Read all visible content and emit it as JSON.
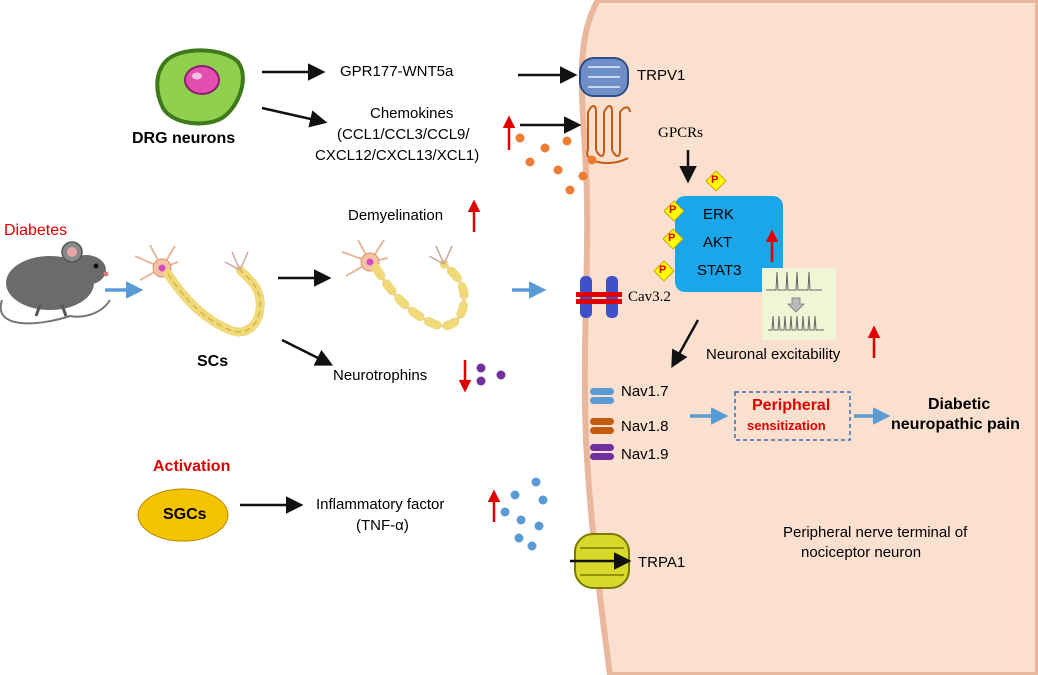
{
  "labels": {
    "drg_neurons": "DRG neurons",
    "gpr177": "GPR177-WNT5a",
    "chemokines_title": "Chemokines",
    "chemokines_line1": "(CCL1/CCL3/CCL9/",
    "chemokines_line2": "CXCL12/CXCL13/XCL1)",
    "trpv1": "TRPV1",
    "gpcrs": "GPCRs",
    "diabetes": "Diabetes",
    "demyelination": "Demyelination",
    "scs": "SCs",
    "neurotrophins": "Neurotrophins",
    "erk": "ERK",
    "akt": "AKT",
    "stat3": "STAT3",
    "phospho": "P",
    "cav32": "Cav3.2",
    "neuronal_excitability": "Neuronal excitability",
    "nav17": "Nav1.7",
    "nav18": "Nav1.8",
    "nav19": "Nav1.9",
    "peripheral": "Peripheral",
    "sensitization": "sensitization",
    "dnp_line1": "Diabetic",
    "dnp_line2": "neuropathic  pain",
    "activation": "Activation",
    "sgcs": "SGCs",
    "inflammatory_line1": "Inflammatory factor",
    "inflammatory_line2": "(TNF-α)",
    "trpa1": "TRPA1",
    "terminal_line1": "Peripheral nerve terminal of",
    "terminal_line2": "nociceptor neuron"
  },
  "colors": {
    "neuron_fill": "#fbe0cf",
    "neuron_edge": "#e9b79c",
    "arrow_black": "#111111",
    "arrow_blue": "#5b9bd5",
    "up_red": "#e00000",
    "kinase_box": "#1aa6e8",
    "phospho_tag": "#ffff00",
    "sgc_fill": "#f5c400",
    "chemokine_dot": "#ed7d31",
    "neurotrophin_dot": "#7030a0",
    "tnf_dot": "#5b9bd5",
    "nav17": "#5b9bd5",
    "nav18": "#c55a11",
    "nav19": "#7030a0"
  },
  "icons": [
    "drg-cell-icon",
    "mouse-icon",
    "schwann-neuron-icon",
    "demyelinated-neuron-icon",
    "trpv1-channel-icon",
    "gpcr-icon",
    "cav32-channel-icon",
    "trpa1-channel-icon",
    "action-potential-trace-icon"
  ]
}
